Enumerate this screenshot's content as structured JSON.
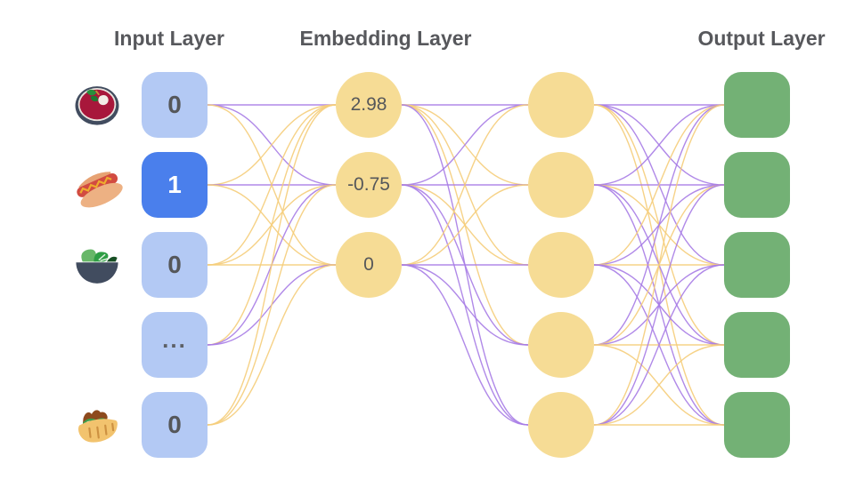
{
  "diagram": {
    "titles": {
      "input": "Input Layer",
      "embedding": "Embedding Layer",
      "output": "Output Layer"
    },
    "input_layer": {
      "nodes": [
        {
          "icon": "borscht",
          "value": "0",
          "active": false
        },
        {
          "icon": "hot-dog",
          "value": "1",
          "active": true
        },
        {
          "icon": "green-salad",
          "value": "0",
          "active": false
        },
        {
          "icon": "",
          "value": "...",
          "active": false
        },
        {
          "icon": "stuffed-flatbread",
          "value": "0",
          "active": false
        }
      ]
    },
    "embedding_layer": {
      "nodes": [
        {
          "value": "2.98"
        },
        {
          "value": "-0.75"
        },
        {
          "value": "0"
        }
      ]
    },
    "hidden_layer": {
      "node_count": 5
    },
    "output_layer": {
      "node_count": 5
    },
    "colors": {
      "input_node_fill": "#b3c9f4",
      "input_node_active_fill": "#4a7fec",
      "embedding_node_fill": "#f6dc95",
      "hidden_node_fill": "#f6dc95",
      "output_node_fill": "#73b175",
      "node_text": "#55575a",
      "active_node_text": "#ffffff",
      "title_color": "#57585c",
      "edge_purple": "#a77ce6",
      "edge_yellow": "#f5cd7a"
    },
    "edges": {
      "input_to_embedding": [
        [
          "P",
          "P",
          "Y"
        ],
        [
          "Y",
          "P",
          "Y"
        ],
        [
          "Y",
          "Y",
          "Y"
        ],
        [
          "Y",
          "P",
          "P"
        ],
        [
          "Y",
          "Y",
          "Y"
        ]
      ],
      "embedding_to_hidden": [
        [
          "P",
          "Y",
          "Y",
          "Y",
          "P"
        ],
        [
          "P",
          "P",
          "Y",
          "P",
          "P"
        ],
        [
          "Y",
          "Y",
          "P",
          "P",
          "P"
        ]
      ],
      "hidden_to_output": [
        [
          "P",
          "P",
          "P",
          "Y",
          "Y"
        ],
        [
          "P",
          "P",
          "Y",
          "P",
          "P"
        ],
        [
          "Y",
          "P",
          "Y",
          "P",
          "P"
        ],
        [
          "P",
          "Y",
          "P",
          "Y",
          "Y"
        ],
        [
          "Y",
          "P",
          "P",
          "Y",
          "Y"
        ]
      ]
    }
  }
}
